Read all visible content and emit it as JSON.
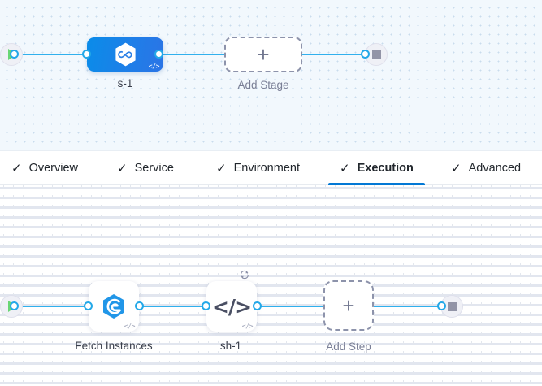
{
  "stage_canvas": {
    "name": "pipeline-stage-canvas",
    "start_node": {
      "icon": "play-icon",
      "title": "Start"
    },
    "end_node": {
      "icon": "stop-icon",
      "title": "End"
    },
    "stage": {
      "label": "s-1",
      "icon": "hexagon-infinity-icon",
      "code_badge": "</>"
    },
    "add_stage": {
      "label": "Add Stage",
      "icon": "plus-icon"
    }
  },
  "tabs": {
    "name": "stage-config-tabs",
    "check_glyph": "✓",
    "items": [
      {
        "label": "Overview",
        "active": false
      },
      {
        "label": "Service",
        "active": false
      },
      {
        "label": "Environment",
        "active": false
      },
      {
        "label": "Execution",
        "active": true
      },
      {
        "label": "Advanced",
        "active": false
      }
    ],
    "active_underline_color": "#0278d5"
  },
  "step_canvas": {
    "name": "execution-step-canvas",
    "start_node": {
      "icon": "play-icon",
      "title": "Start"
    },
    "end_node": {
      "icon": "stop-icon",
      "title": "End"
    },
    "steps": [
      {
        "label": "Fetch Instances",
        "icon": "hexagon-swirl-icon",
        "code_badge": "</>",
        "loop_badge": null
      },
      {
        "label": "sh-1",
        "icon": "code-brackets-icon",
        "code_badge": "</>",
        "loop_badge": "loop-strategy-icon"
      }
    ],
    "add_step": {
      "label": "Add Step",
      "icon": "plus-icon"
    }
  },
  "colors": {
    "edge": "#31b0ed",
    "port_ring": "#23a8e8",
    "stage_gradient_from": "#0a8ce9",
    "stage_gradient_to": "#2b74e6",
    "accent": "#0278d5",
    "play_green": "#69d674",
    "stop_gray": "#9294a7",
    "dashed_border": "#8d93ab",
    "stage_canvas_bg": "#f2f8fd",
    "step_canvas_bg": "#ffffff"
  }
}
